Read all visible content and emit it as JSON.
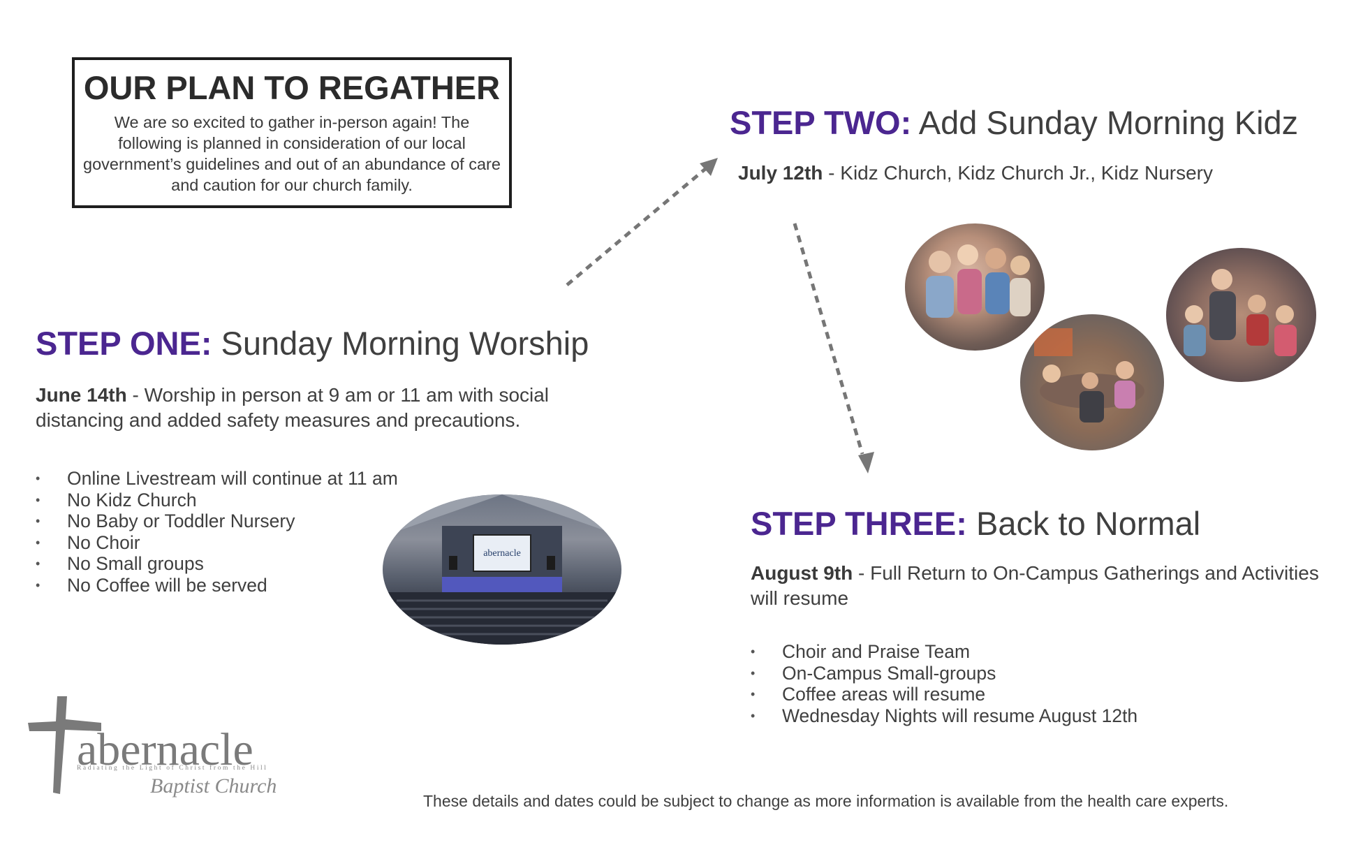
{
  "intro": {
    "title": "OUR PLAN TO REGATHER",
    "body": "We are so excited to gather in-person again! The following is planned in consideration of our local government’s guidelines and out of an abundance of care and caution for our church family."
  },
  "step_one": {
    "keyword": "STEP ONE:",
    "heading": " Sunday Morning Worship",
    "date": "June 14th",
    "description": " - Worship in person at 9 am or 11 am with social distancing and added safety measures and precautions.",
    "bullets": [
      "Online Livestream will continue at 11 am",
      "No Kidz Church",
      "No Baby or Toddler Nursery",
      "No Choir",
      "No Small groups",
      "No Coffee will be served"
    ],
    "sanctuary_screen_text": "abernacle"
  },
  "step_two": {
    "keyword": "STEP TWO:",
    "heading": " Add Sunday Morning Kidz",
    "date": "July 12th",
    "description": " -   Kidz Church, Kidz Church Jr., Kidz Nursery"
  },
  "step_three": {
    "keyword": "STEP THREE:",
    "heading": " Back to Normal",
    "date": "August 9th",
    "description": " -   Full Return to On-Campus Gatherings and Activities will resume",
    "bullets": [
      "Choir and Praise Team",
      "On-Campus Small-groups",
      "Coffee areas will resume",
      "Wednesday Nights will resume August 12th"
    ]
  },
  "logo": {
    "word": "abernacle",
    "tagline": "Radiating the Light of Christ from the Hill",
    "sub": "Baptist Church"
  },
  "footnote": "These details and dates could be subject to change as more information is available from the health care experts.",
  "bullet_glyph": "•",
  "colors": {
    "accent": "#4b2690",
    "text": "#3f3f3f",
    "arrow": "#767676"
  }
}
